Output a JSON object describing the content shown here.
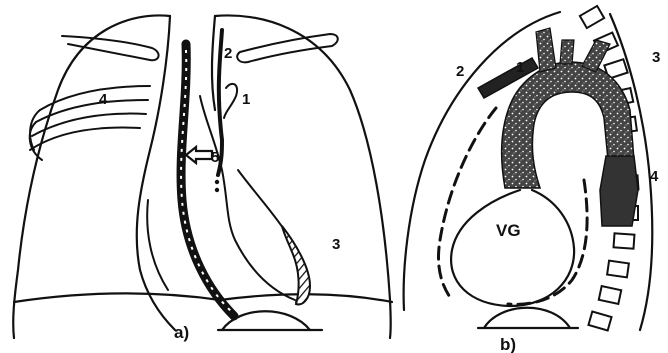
{
  "panel_a": {
    "caption": "a)",
    "markers": {
      "m1": "1",
      "m2": "2",
      "m3": "3",
      "m4": "4",
      "m5": "5"
    }
  },
  "panel_b": {
    "caption": "b)",
    "ventricle_label": "VG",
    "markers": {
      "m1": "1",
      "m2": "2",
      "m3": "3",
      "m4": "4"
    }
  },
  "colors": {
    "ink": "#111111",
    "background": "#ffffff"
  }
}
